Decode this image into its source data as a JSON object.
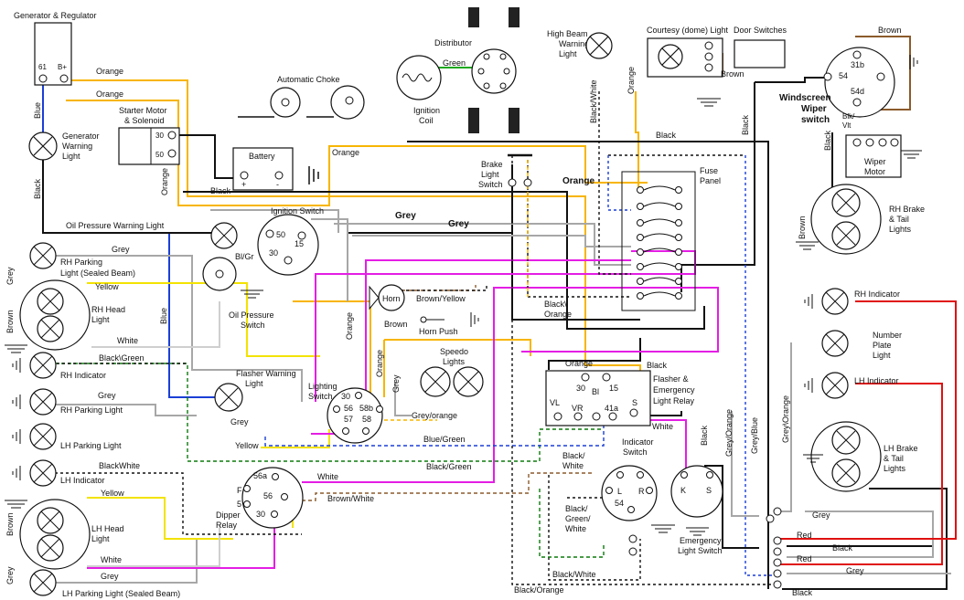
{
  "components": {
    "generator": {
      "title": "Generator & Regulator",
      "t1": "61",
      "t2": "B+"
    },
    "gen_lamp": {
      "title1": "Generator",
      "title2": "Warning",
      "title3": "Light"
    },
    "starter": {
      "title1": "Starter Motor",
      "title2": "& Solenoid",
      "t1": "30",
      "t2": "50"
    },
    "choke": {
      "title": "Automatic Choke"
    },
    "distributor": {
      "title": "Distributor"
    },
    "coil": {
      "title1": "Ignition",
      "title2": "Coil"
    },
    "highbeam": {
      "title1": "High Beam",
      "title2": "Warning",
      "title3": "Light"
    },
    "courtesy": {
      "title": "Courtesy (dome) Light"
    },
    "door": {
      "title": "Door Switches"
    },
    "wiper_sw": {
      "title1": "Windscreen",
      "title2": "Wiper",
      "title3": "switch",
      "t1": "31b",
      "t2": "54",
      "t3": "54d",
      "t4": "Blk/",
      "t5": "Vlt"
    },
    "wiper_motor": {
      "title1": "Wiper",
      "title2": "Motor"
    },
    "battery": {
      "title": "Battery",
      "plus": "+",
      "minus": "-"
    },
    "brake_sw": {
      "title1": "Brake",
      "title2": "Light",
      "title3": "Switch"
    },
    "fuse": {
      "title1": "Fuse",
      "title2": "Panel"
    },
    "rh_brake": {
      "title1": "RH Brake",
      "title2": "& Tail",
      "title3": "Lights"
    },
    "oil_lamp": {
      "title": "Oil Pressure Warning Light"
    },
    "ign_sw": {
      "title": "Ignition Switch",
      "t1": "50",
      "t2": "15",
      "t3": "30"
    },
    "oil_sw": {
      "title1": "Oil Pressure",
      "title2": "Switch",
      "tag": "Bl/Gr"
    },
    "rh_park_sb": {
      "title1": "RH Parking",
      "title2": "Light (Sealed Beam)"
    },
    "rh_head": {
      "title1": "RH Head",
      "title2": "Light"
    },
    "horn": {
      "title": "Horn"
    },
    "horn_push": {
      "title": "Horn Push"
    },
    "rh_ind_r": {
      "title": "RH Indicator"
    },
    "plate": {
      "title1": "Number",
      "title2": "Plate",
      "title3": "Light"
    },
    "lh_ind_r": {
      "title": "LH Indicator"
    },
    "rh_ind_l": {
      "title": "RH Indicator"
    },
    "speedo": {
      "title1": "Speedo",
      "title2": "Lights"
    },
    "flasher_lamp": {
      "title1": "Flasher Warning",
      "title2": "Light"
    },
    "lighting_sw": {
      "title1": "Lighting",
      "title2": "Switch",
      "t1": "30",
      "t2": "56",
      "t3": "58b",
      "t4": "57",
      "t5": "58"
    },
    "relay": {
      "title1": "Flasher &",
      "title2": "Emergency",
      "title3": "Light Relay",
      "t1": "30",
      "t2": "15",
      "t3": "VL",
      "t4": "VR",
      "t5": "Bl",
      "t6": "41a",
      "t7": "S"
    },
    "rh_park_l": {
      "title": "RH Parking Light"
    },
    "lh_park_l": {
      "title": "LH Parking Light"
    },
    "lh_brake": {
      "title1": "LH Brake",
      "title2": "& Tail",
      "title3": "Lights"
    },
    "lh_ind_l": {
      "title": "LH Indicator"
    },
    "dipper": {
      "title1": "Dipper",
      "title2": "Relay",
      "t1": "56a",
      "t2": "F",
      "t3": "56",
      "t4": "5",
      "t5": "30"
    },
    "ind_sw": {
      "title1": "Indicator",
      "title2": "Switch",
      "t1": "L",
      "t2": "R",
      "t3": "54"
    },
    "emerg": {
      "title1": "Emergency",
      "title2": "Light Switch",
      "t1": "K",
      "t2": "S"
    },
    "lh_head": {
      "title1": "LH Head",
      "title2": "Light"
    },
    "lh_park_sb": {
      "title": "LH Parking Light (Sealed Beam)"
    }
  },
  "wire_labels": {
    "orange": "Orange",
    "blue": "Blue",
    "black": "Black",
    "green": "Green",
    "grey": "Grey",
    "yellow": "Yellow",
    "white": "White",
    "brown": "Brown",
    "red": "Red",
    "black_white": "Black/White",
    "black_green": "Black\\Green",
    "black_white2": "BlackWhite",
    "blue_green": "Blue/Green",
    "black_green2": "Black/Green",
    "brown_white": "Brown/White",
    "brown_yellow": "Brown/Yellow",
    "black_orange": "Black/Orange",
    "black_orange2": "Black\\",
    "orange2": "Orange",
    "grey_orange": "Grey/orange",
    "grey_orange2": "Grey/Orange",
    "grey_blue": "Grey/Blue",
    "grey_orange3": "Grey\\Orange",
    "black_white3": "Black/",
    "white2": "White",
    "bgw1": "Black/",
    "bgw2": "Green/",
    "bgw3": "White"
  },
  "colors": {
    "orange": "#f7b500",
    "blue": "#1a3fd6",
    "black": "#111111",
    "green": "#1fa81f",
    "grey": "#a7a7a7",
    "yellow": "#f3e300",
    "white": "#cccccc",
    "magenta": "#e41ee4",
    "brown": "#8b5a2b",
    "red": "#e01010",
    "darkgreen": "#0b7a0b"
  },
  "icons": [
    "lamp-icon",
    "ground-icon",
    "spark-plug-icon",
    "terminal-icon"
  ]
}
